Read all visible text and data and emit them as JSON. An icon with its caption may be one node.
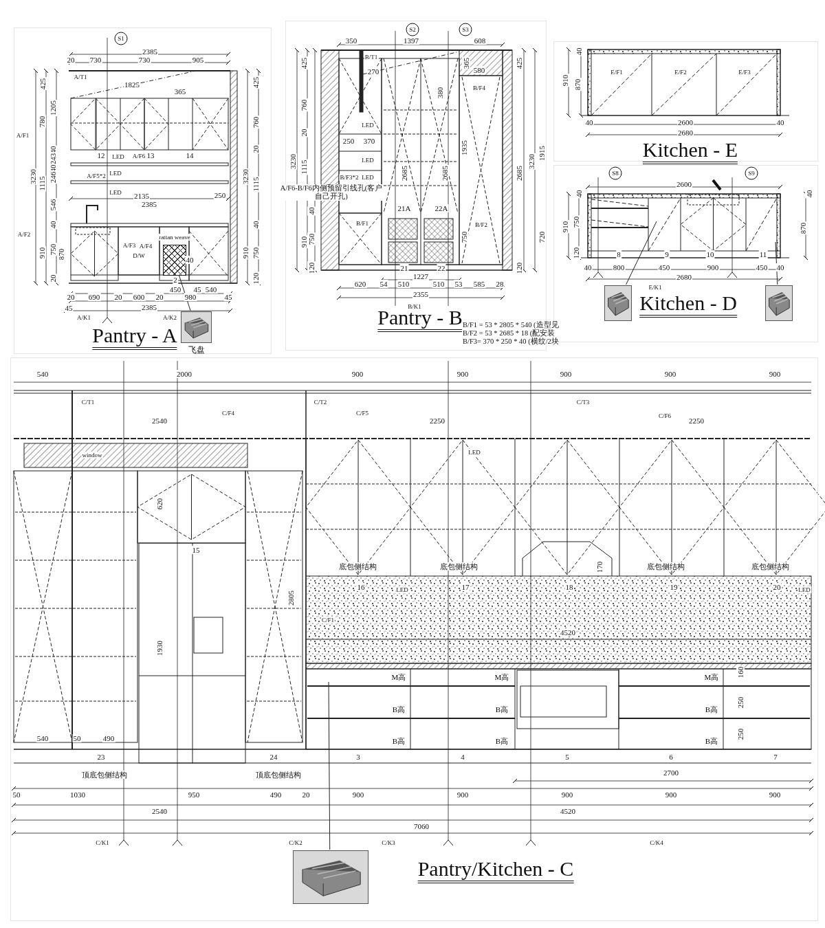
{
  "diagram": {
    "nodes": [
      {
        "text": [
          "Pantry - A"
        ]
      },
      {
        "text": [
          "Pantry - B"
        ]
      },
      {
        "text": [
          "Kitchen - E"
        ]
      },
      {
        "text": [
          "Kitchen - D"
        ]
      },
      {
        "text": [
          "Pantry/Kitchen - C"
        ]
      },
      {
        "text": [],
        "shape": "picture",
        "in": 0,
        "beside": [
          "飞盘"
        ]
      },
      {
        "text": [],
        "shape": "picture",
        "in": 3
      },
      {
        "text": [],
        "shape": "picture",
        "in": 3
      },
      {
        "text": [],
        "shape": "picture",
        "in": 4
      },
      {
        "text": [],
        "shape": "box",
        "in": 0
      }
    ],
    "edges": [
      {
        "from": 5,
        "to": 9,
        "arrow": "none"
      },
      {
        "from": 6,
        "to": null,
        "arrow": "none"
      },
      {
        "from": 7,
        "to": null,
        "arrow": "none"
      },
      {
        "from": 8,
        "to": null,
        "arrow": "none"
      }
    ],
    "labels": [
      "S1",
      "2385",
      "20",
      "730",
      "730",
      "905",
      "A/T1",
      "1825",
      "365",
      "425",
      "1205",
      "780",
      "A/F1",
      "3230",
      "1115",
      "40",
      "243",
      "40",
      "246",
      "546",
      "40",
      "910",
      "750",
      "870",
      "20",
      "425",
      "760",
      "20",
      "3230",
      "1115",
      "40",
      "910",
      "750",
      "120",
      "12",
      "LED",
      "A/F6",
      "13",
      "14",
      "A/F5*2",
      "LED",
      "LED",
      "2135",
      "250",
      "2385",
      "A/F2",
      "rattan weave",
      "A/F3",
      "A/F4",
      "D/W",
      "40",
      "2",
      "450",
      "45",
      "540",
      "20",
      "690",
      "20",
      "600",
      "20",
      "980",
      "45",
      "45",
      "2385",
      "A/K1",
      "A/K2",
      "S2",
      "S3",
      "350",
      "1397",
      "608",
      "425",
      "760",
      "20",
      "3230",
      "1115",
      "40",
      "910",
      "750",
      "120",
      "B/T1",
      "270",
      "365",
      "580",
      "380",
      "B/F4",
      "LED",
      "250",
      "370",
      "1935",
      "LED",
      "2685",
      "2685",
      "B/F3*2",
      "LED",
      "A/F6-B/F6内侧预留引线孔(客户自己开孔)",
      "21A",
      "22A",
      "B/F1",
      "B/F2",
      "750",
      "21",
      "22",
      "425",
      "2685",
      "120",
      "3230",
      "1915",
      "720",
      "1227",
      "620",
      "54",
      "510",
      "510",
      "53",
      "585",
      "28",
      "2355",
      "B/K1",
      "B/F1 = 53 * 2805 * 540 (造型见",
      "B/F2 = 53 * 2685 * 18 (配安装",
      "B/F3= 370 * 250 * 40 (横纹/2块",
      "40",
      "910",
      "870",
      "E/F1",
      "E/F2",
      "E/F3",
      "40",
      "2600",
      "40",
      "2680",
      "S8",
      "S9",
      "2600",
      "40",
      "910",
      "750",
      "120",
      "40",
      "870",
      "8",
      "9",
      "10",
      "11",
      "40",
      "800",
      "450",
      "900",
      "450",
      "40",
      "2680",
      "E/K1",
      "540",
      "2000",
      "900",
      "900",
      "900",
      "900",
      "900",
      "C/T1",
      "C/T2",
      "C/T3",
      "C/F4",
      "C/F5",
      "C/F6",
      "2540",
      "2250",
      "2250",
      "window",
      "LED",
      "620",
      "15",
      "底包侧结构",
      "底包侧结构",
      "170",
      "底包侧结构",
      "底包侧结构",
      "16",
      "LED",
      "17",
      "18",
      "19",
      "20",
      "LED",
      "2805",
      "C/F1",
      "4520",
      "1930",
      "M高",
      "M高",
      "M高",
      "160",
      "B高",
      "B高",
      "B高",
      "250",
      "B高",
      "B高",
      "B高",
      "250",
      "540",
      "50",
      "490",
      "23",
      "24",
      "3",
      "4",
      "5",
      "6",
      "7",
      "顶底包侧结构",
      "顶底包侧结构",
      "2700",
      "50",
      "1030",
      "950",
      "490",
      "20",
      "900",
      "900",
      "900",
      "900",
      "900",
      "2540",
      "4520",
      "7060",
      "C/K1",
      "C/K2",
      "C/K3",
      "C/K4"
    ]
  }
}
